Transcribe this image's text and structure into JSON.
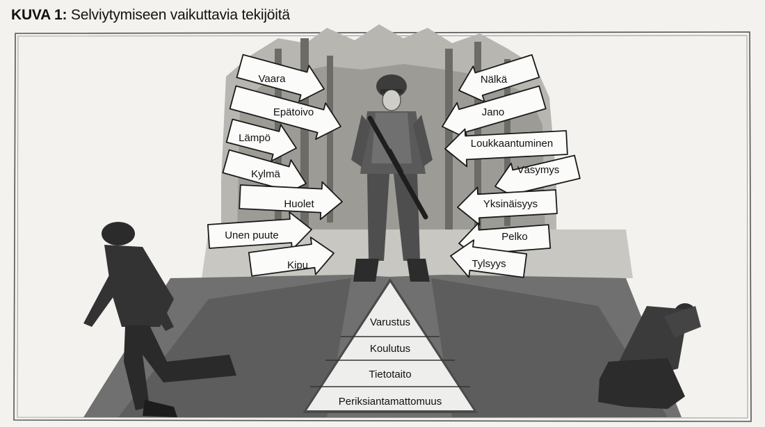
{
  "figure": {
    "title_prefix": "KUVA 1:",
    "title_text": "Selviytymiseen vaikuttavia tekijöitä"
  },
  "left_factors": [
    "Vaara",
    "Epätoivo",
    "Lämpö",
    "Kylmä",
    "Huolet",
    "Unen puute",
    "Kipu"
  ],
  "right_factors": [
    "Nälkä",
    "Jano",
    "Loukkaantuminen",
    "Väsymys",
    "Yksinäisyys",
    "Pelko",
    "Tylsyys"
  ],
  "pyramid_levels": [
    "Varustus",
    "Koulutus",
    "Tietotaito",
    "Periksiantamattomuus"
  ],
  "colors": {
    "ink": "#1a1a1a",
    "paper": "#f3f2ef",
    "arrow_fill": "#fbfbfa"
  }
}
